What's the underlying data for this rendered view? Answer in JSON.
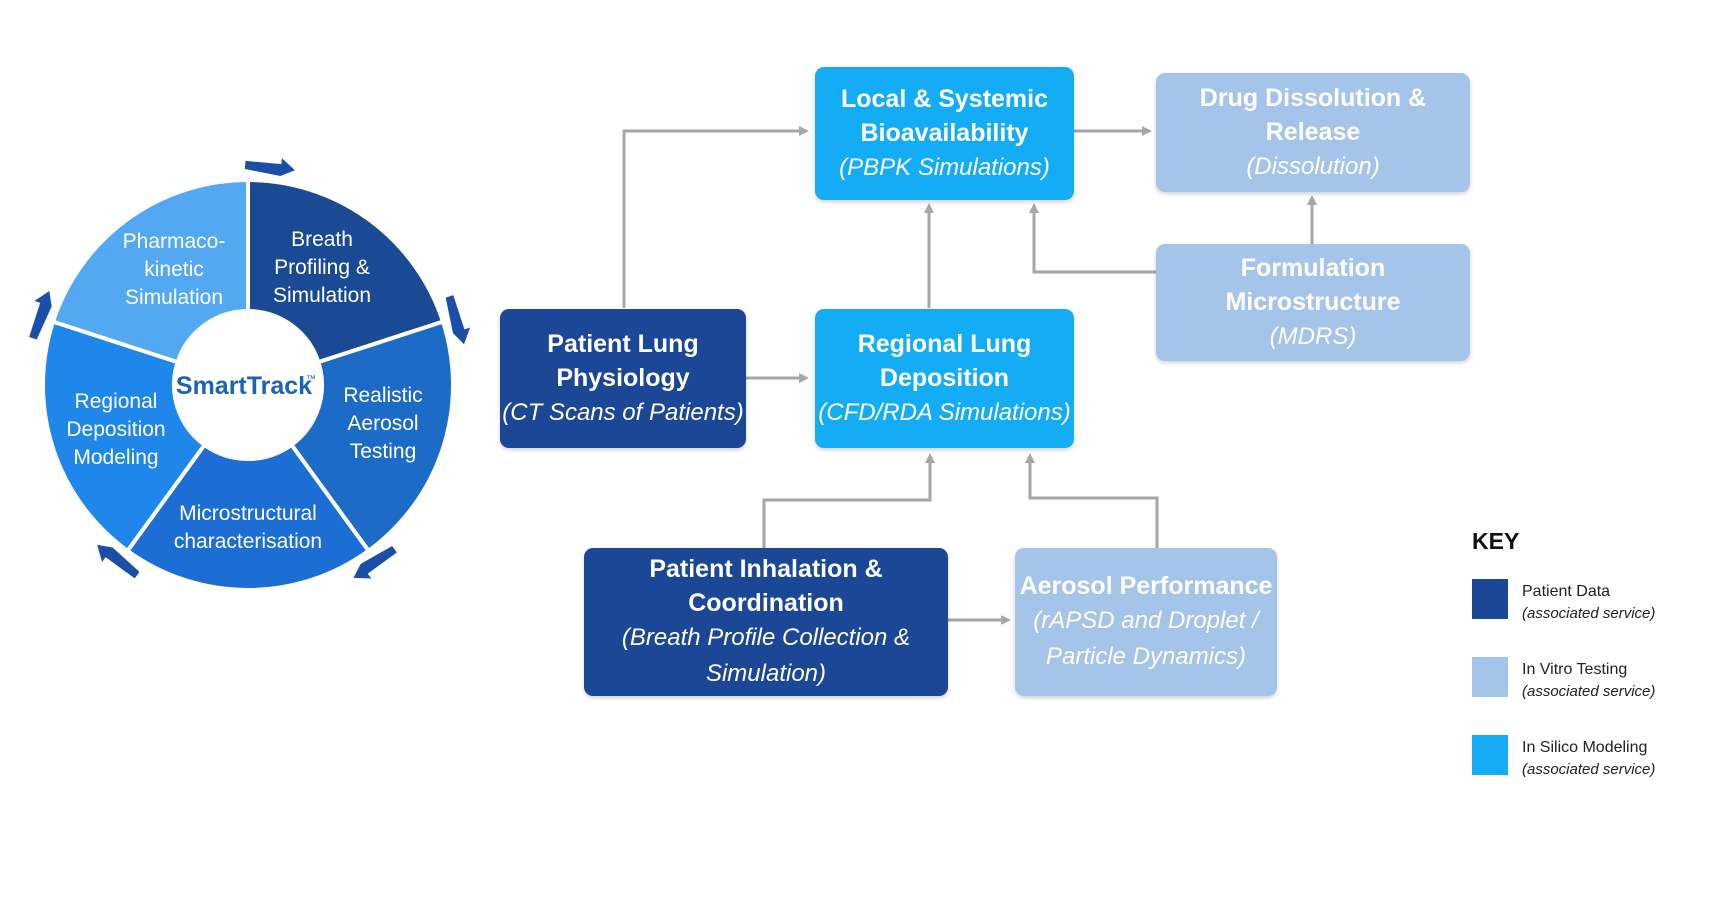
{
  "wheel": {
    "center_logo": "SmartTrack",
    "center_trademark": "™",
    "segments": [
      {
        "label_lines": [
          "Breath",
          "Profiling &",
          "Simulation"
        ],
        "color": "#1a4a93"
      },
      {
        "label_lines": [
          "Realistic",
          "Aerosol",
          "Testing"
        ],
        "color": "#1c6cc7"
      },
      {
        "label_lines": [
          "Microstructural",
          "characterisation"
        ],
        "color": "#1d6ed4"
      },
      {
        "label_lines": [
          "Regional",
          "Deposition",
          "Modeling"
        ],
        "color": "#1f86ea"
      },
      {
        "label_lines": [
          "Pharmaco-",
          "kinetic",
          "Simulation"
        ],
        "color": "#52a8f1"
      }
    ]
  },
  "flow": {
    "boxes": {
      "bioavailability": {
        "title_1": "Local & Systemic",
        "title_2": "Bioavailability",
        "sub": "(PBPK Simulations)",
        "category": "In Silico Modeling"
      },
      "dissolution": {
        "title_1": "Drug Dissolution & Release",
        "sub": "(Dissolution)",
        "category": "In Vitro Testing"
      },
      "formulation": {
        "title_1": "Formulation Microstructure",
        "sub": "(MDRS)",
        "category": "In Vitro Testing"
      },
      "physiology": {
        "title_1": "Patient Lung",
        "title_2": "Physiology",
        "sub": "(CT Scans of Patients)",
        "category": "Patient Data"
      },
      "deposition": {
        "title_1": "Regional Lung",
        "title_2": "Deposition",
        "sub": "(CFD/RDA Simulations)",
        "category": "In Silico Modeling"
      },
      "inhalation": {
        "title_1": "Patient Inhalation & Coordination",
        "sub_1": "(Breath Profile Collection &",
        "sub_2": "Simulation)",
        "category": "Patient Data"
      },
      "aerosol": {
        "title_1": "Aerosol Performance",
        "sub_1": "(rAPSD and Droplet /",
        "sub_2": "Particle Dynamics)",
        "category": "In Vitro Testing"
      }
    },
    "links": [
      {
        "from": "Patient Lung Physiology",
        "to": "Local & Systemic Bioavailability"
      },
      {
        "from": "Patient Lung Physiology",
        "to": "Regional Lung Deposition"
      },
      {
        "from": "Regional Lung Deposition",
        "to": "Local & Systemic Bioavailability"
      },
      {
        "from": "Formulation Microstructure",
        "to": "Local & Systemic Bioavailability"
      },
      {
        "from": "Formulation Microstructure",
        "to": "Drug Dissolution & Release"
      },
      {
        "from": "Local & Systemic Bioavailability",
        "to": "Drug Dissolution & Release"
      },
      {
        "from": "Patient Inhalation & Coordination",
        "to": "Regional Lung Deposition"
      },
      {
        "from": "Aerosol Performance",
        "to": "Regional Lung Deposition"
      },
      {
        "from": "Patient Inhalation & Coordination",
        "to": "Aerosol Performance"
      }
    ],
    "connector_color": "#a6a6a6"
  },
  "key": {
    "title": "KEY",
    "items": [
      {
        "name": "Patient Data",
        "desc": "(associated service)",
        "color": "#1c4796"
      },
      {
        "name": "In Vitro Testing",
        "desc": "(associated service)",
        "color": "#a4c4ea"
      },
      {
        "name": "In Silico Modeling",
        "desc": "(associated service)",
        "color": "#14adf5"
      }
    ]
  }
}
